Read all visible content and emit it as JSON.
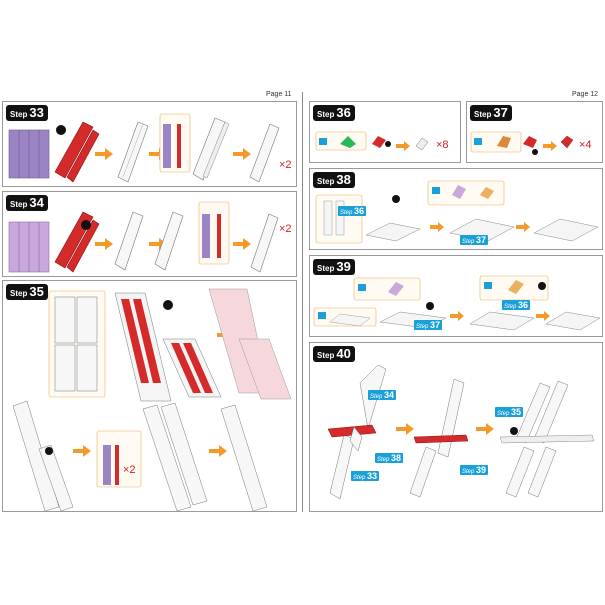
{
  "pages": {
    "left": {
      "label": "Page 11"
    },
    "right": {
      "label": "Page 12"
    }
  },
  "steps": {
    "s33": {
      "word": "Step",
      "num": "33",
      "qty": "×2"
    },
    "s34": {
      "word": "Step",
      "num": "34",
      "qty": "×2"
    },
    "s35": {
      "word": "Step",
      "num": "35",
      "qty": "×2"
    },
    "s36": {
      "word": "Step",
      "num": "36",
      "qty": "×8"
    },
    "s37": {
      "word": "Step",
      "num": "37",
      "qty": "×4"
    },
    "s38": {
      "word": "Step",
      "num": "38"
    },
    "s39": {
      "word": "Step",
      "num": "39"
    },
    "s40": {
      "word": "Step",
      "num": "40"
    }
  },
  "refs": {
    "r38a": {
      "word": "Step",
      "num": "36"
    },
    "r38b": {
      "word": "Step",
      "num": "37"
    },
    "r39a": {
      "word": "Step",
      "num": "37"
    },
    "r39b": {
      "word": "Step",
      "num": "36"
    },
    "r40a": {
      "word": "Step",
      "num": "34"
    },
    "r40b": {
      "word": "Step",
      "num": "35"
    },
    "r40c": {
      "word": "Step",
      "num": "38"
    },
    "r40d": {
      "word": "Step",
      "num": "39"
    },
    "r40e": {
      "word": "Step",
      "num": "33"
    }
  },
  "colors": {
    "accent_red": "#d42a2a",
    "lavender": "#c9a8dc",
    "purple": "#9a84c4",
    "arrow": "#f39a2a",
    "ref_blue": "#1aa0d8"
  }
}
